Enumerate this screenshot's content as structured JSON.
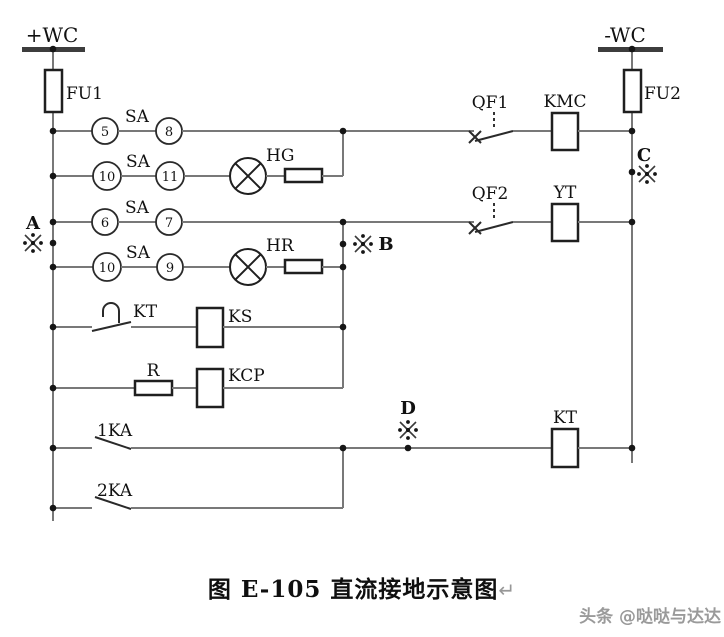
{
  "buses": {
    "positive_label": "+WC",
    "negative_label": "-WC",
    "fuse_left": "FU1",
    "fuse_right": "FU2"
  },
  "switch_rows": [
    {
      "label": "SA",
      "left": "5",
      "right": "8"
    },
    {
      "label": "SA",
      "left": "10",
      "right": "11"
    },
    {
      "label": "SA",
      "left": "6",
      "right": "7"
    },
    {
      "label": "SA",
      "left": "10",
      "right": "9"
    }
  ],
  "lamps": {
    "green": "HG",
    "red": "HR"
  },
  "contacts": {
    "qf1": "QF1",
    "qf2": "QF2",
    "kt": "KT",
    "ka1": "1KA",
    "ka2": "2KA"
  },
  "coils": {
    "kmc": "KMC",
    "yt": "YT",
    "ks": "KS",
    "kcp": "KCP",
    "kt": "KT"
  },
  "resistor": {
    "label": "R"
  },
  "test_points": {
    "a": "A",
    "b": "B",
    "c": "C",
    "d": "D"
  },
  "caption": {
    "title": "图 E-105 直流接地示意图",
    "return_mark": "↵"
  },
  "watermark": {
    "text": "头条 @哒哒与达达"
  }
}
